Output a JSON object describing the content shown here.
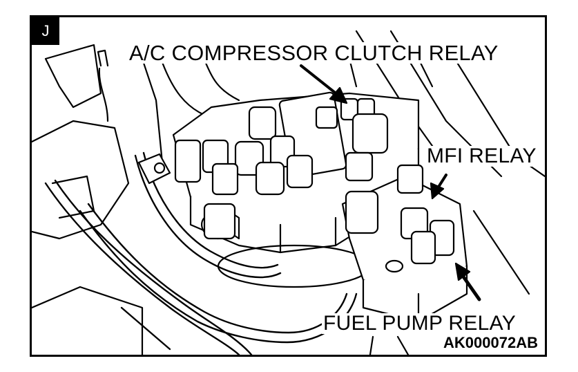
{
  "badge": "J",
  "labels": {
    "ac_relay": "A/C COMPRESSOR CLUTCH RELAY",
    "mfi_relay": "MFI RELAY",
    "fuel_pump_relay": "FUEL PUMP RELAY"
  },
  "figure_code": "AK000072AB",
  "colors": {
    "ink": "#000000",
    "paper": "#ffffff"
  }
}
